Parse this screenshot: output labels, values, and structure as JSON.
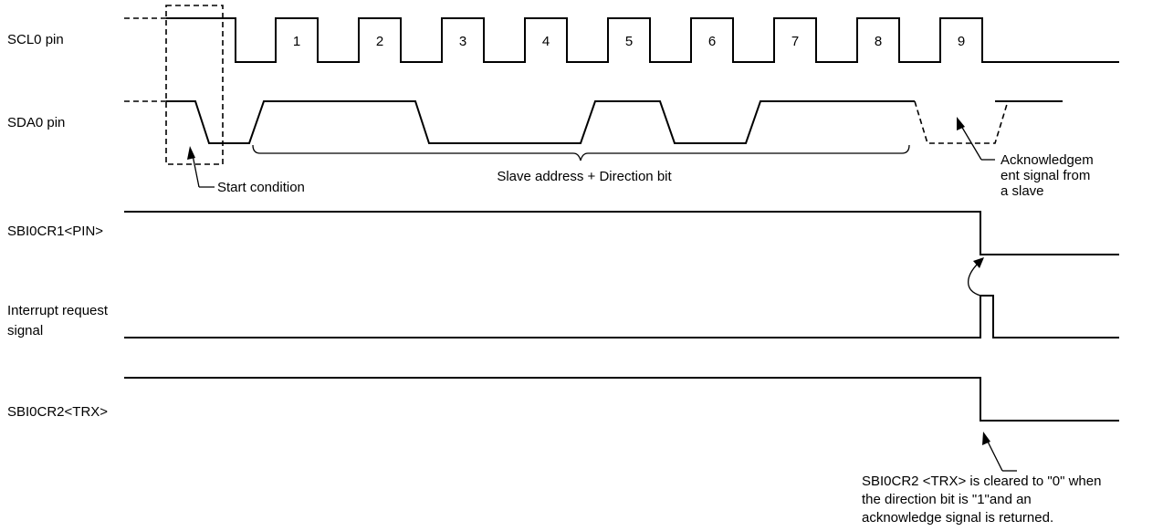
{
  "signals": {
    "scl": "SCL0 pin",
    "sda": "SDA0 pin",
    "pin": "SBI0CR1<PIN>",
    "irq_line1": "Interrupt request",
    "irq_line2": "signal",
    "trx": "SBI0CR2<TRX>"
  },
  "clock_numbers": [
    "1",
    "2",
    "3",
    "4",
    "5",
    "6",
    "7",
    "8",
    "9"
  ],
  "annotations": {
    "start_condition": "Start condition",
    "slave_address": "Slave address + Direction bit",
    "ack_line1": "Acknowledgem",
    "ack_line2": "ent signal from",
    "ack_line3": "a slave",
    "trx_note_line1": "SBI0CR2 <TRX> is cleared to \"0\" when",
    "trx_note_line2": "the direction bit is \"1\"and an",
    "trx_note_line3": "acknowledge signal is returned."
  }
}
